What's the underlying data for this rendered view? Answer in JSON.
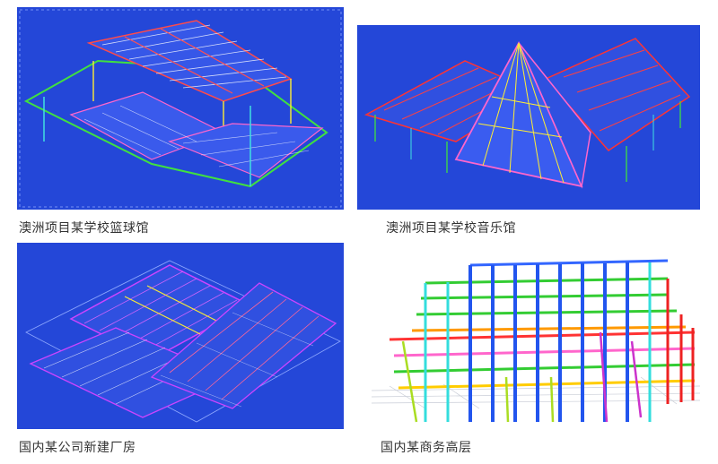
{
  "gallery": {
    "items": [
      {
        "caption": "澳洲项目某学校篮球馆"
      },
      {
        "caption": "澳洲项目某学校音乐馆"
      },
      {
        "caption": "国内某公司新建厂房"
      },
      {
        "caption": "国内某商务高层"
      }
    ]
  },
  "colors": {
    "viewport_blue": "#1f3fd9",
    "viewport_white": "#ffffff",
    "caption_text": "#333333"
  }
}
